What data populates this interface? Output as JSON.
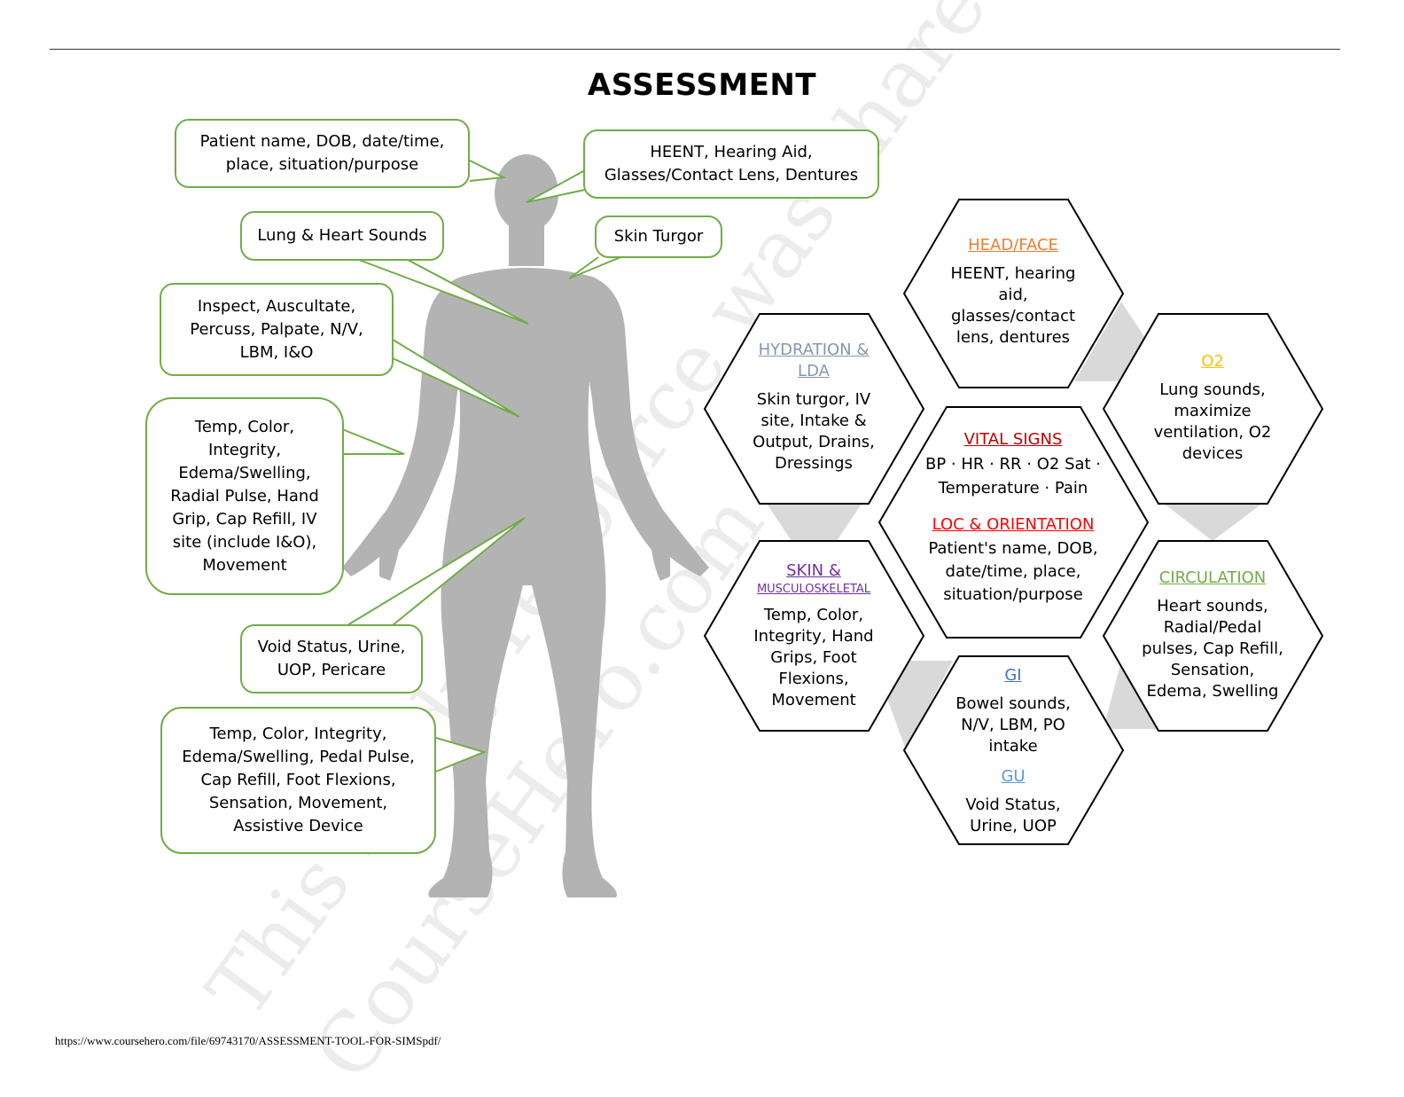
{
  "title": "ASSESSMENT",
  "watermark": {
    "line1": "This study resource was shared via",
    "line2": "CourseHero.com"
  },
  "body_callouts": {
    "patient_info": "Patient name, DOB, date/time,\nplace, situation/purpose",
    "heent": "HEENT, Hearing Aid,\nGlasses/Contact Lens, Dentures",
    "lung_heart": "Lung & Heart Sounds",
    "skin_turgor": "Skin Turgor",
    "abdomen": "Inspect, Auscultate,\nPercuss, Palpate, N/V,\nLBM, I&O",
    "arms": "Temp, Color,\nIntegrity,\nEdema/Swelling,\nRadial Pulse, Hand\nGrip, Cap Refill, IV\nsite (include I&O),\nMovement",
    "void": "Void Status, Urine,\nUOP, Pericare",
    "legs": "Temp, Color, Integrity,\nEdema/Swelling, Pedal Pulse,\nCap Refill, Foot Flexions,\nSensation, Movement,\nAssistive Device"
  },
  "hexagons": {
    "head_face": {
      "heading": "HEAD/FACE",
      "body": "HEENT, hearing\naid,\nglasses/contact\nlens, dentures",
      "color": "#ed7d31"
    },
    "o2": {
      "heading": "O2",
      "body": "Lung sounds,\nmaximize\nventilation, O2\ndevices",
      "color": "#ffc000"
    },
    "hydration": {
      "heading": "HYDRATION &\nLDA",
      "body": "Skin turgor, IV\nsite, Intake &\nOutput, Drains,\nDressings",
      "color": "#8497b0"
    },
    "vital_signs": {
      "heading": "VITAL SIGNS",
      "body": "BP · HR · RR · O2 Sat ·\nTemperature · Pain",
      "heading2": "LOC & ORIENTATION",
      "body2": "Patient's name, DOB,\ndate/time, place,\nsituation/purpose",
      "color": "#c00000",
      "color2": "#ff0000"
    },
    "skin": {
      "heading": "SKIN &",
      "heading_small": "MUSCULOSKELETAL",
      "body": "Temp, Color,\nIntegrity, Hand\nGrips, Foot\nFlexions,\nMovement",
      "color": "#7030a0"
    },
    "circulation": {
      "heading": "CIRCULATION",
      "body": "Heart sounds,\nRadial/Pedal\npulses, Cap Refill,\nSensation,\nEdema, Swelling",
      "color": "#70ad47"
    },
    "gi_gu": {
      "heading": "GI",
      "body": "Bowel sounds,\nN/V, LBM, PO\nintake",
      "heading2": "GU",
      "body2": "Void Status,\nUrine, UOP",
      "color": "#4472c4",
      "color2": "#5b9bd5"
    }
  },
  "footer_url": "https://www.coursehero.com/file/69743170/ASSESSMENT-TOOL-FOR-SIMSpdf/",
  "colors": {
    "callout_border": "#70ad47",
    "silhouette": "#b3b3b3",
    "connector": "#d9d9d9"
  }
}
